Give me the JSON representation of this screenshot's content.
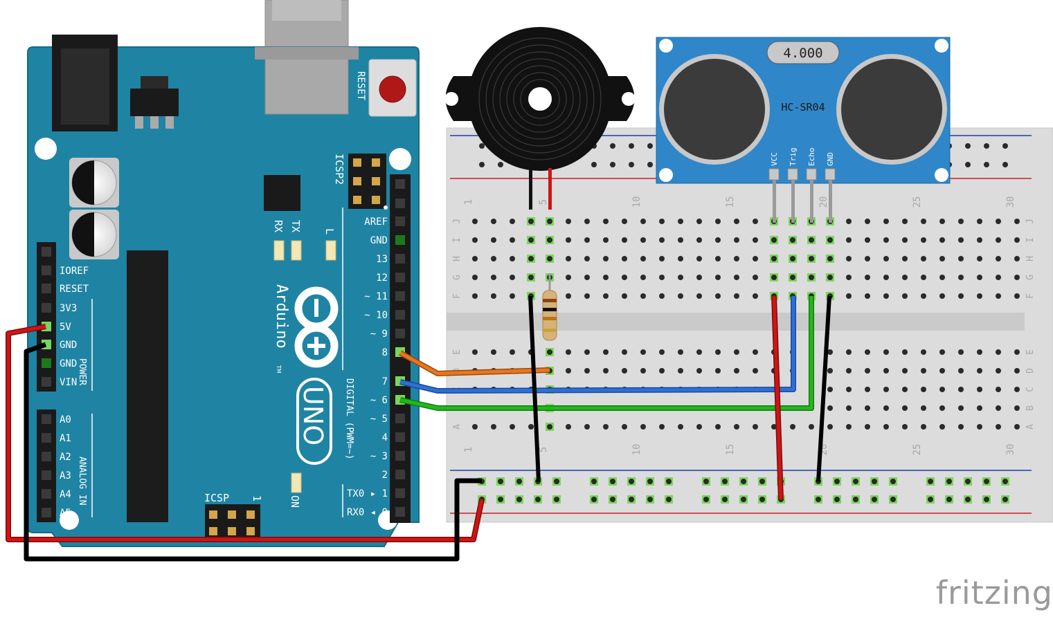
{
  "watermark": "fritzing",
  "arduino": {
    "reset_label": "RESET",
    "icsp2_label": "ICSP2",
    "icsp_label": "ICSP",
    "icsp_pin1": "1",
    "rx": "RX",
    "tx": "TX",
    "l": "L",
    "on": "ON",
    "brand": "Arduino",
    "tm": "TM",
    "model": "UNO",
    "digital_label": "DIGITAL (PWM=~)",
    "power_label": "POWER",
    "analog_label": "ANALOG IN",
    "digital_pins": [
      "AREF",
      "GND",
      "13",
      "12",
      "~ 11",
      "~ 10",
      "~ 9",
      "8",
      "7",
      "~ 6",
      "~ 5",
      "4",
      "~ 3",
      "2",
      "TX0 ▸ 1",
      "RX0 ◂ 0"
    ],
    "power_pins": [
      "IOREF",
      "RESET",
      "3V3",
      "5V",
      "GND",
      "GND",
      "VIN"
    ],
    "analog_pins": [
      "A0",
      "A1",
      "A2",
      "A3",
      "A4",
      "A5"
    ]
  },
  "sensor": {
    "crystal": "4.000",
    "model": "HC-SR04",
    "pins": [
      "VCC",
      "Trig",
      "Echo",
      "GND"
    ]
  },
  "breadboard": {
    "col_labels": [
      "1",
      "5",
      "10",
      "15",
      "20",
      "25",
      "30"
    ],
    "rows_top": [
      "J",
      "I",
      "H",
      "G",
      "F"
    ],
    "rows_bottom": [
      "E",
      "D",
      "C",
      "B",
      "A"
    ]
  },
  "colors": {
    "board": "#1f84a3",
    "wire_red": "#d01414",
    "wire_black": "#1e1e1e",
    "wire_orange": "#e8761e",
    "wire_blue": "#2f6fd6",
    "wire_green": "#22b81c",
    "sensor_blue": "#2f86c8"
  }
}
